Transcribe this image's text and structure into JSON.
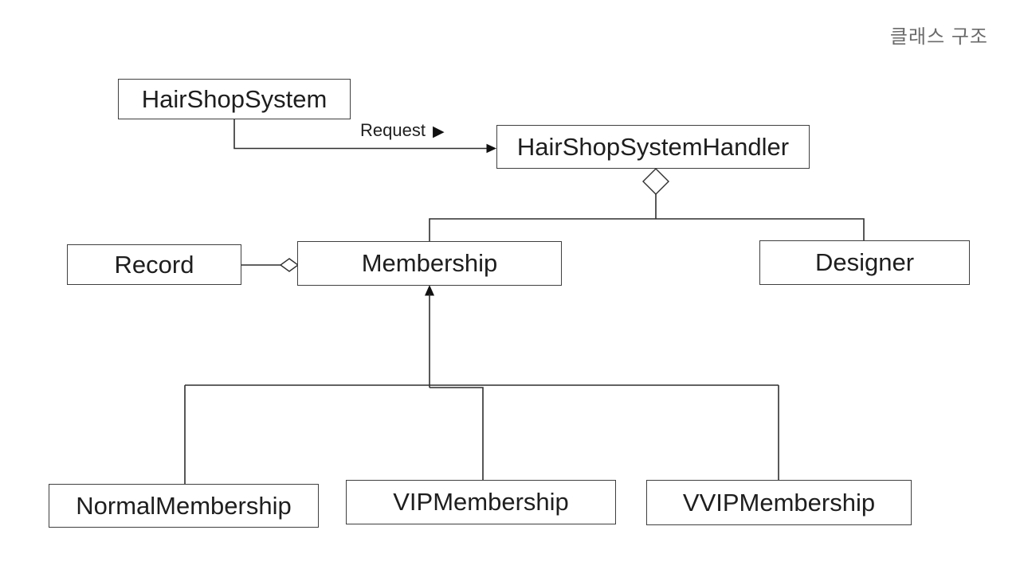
{
  "title": "클래스 구조",
  "classes": {
    "hair_shop_system": "HairShopSystem",
    "hair_shop_system_handler": "HairShopSystemHandler",
    "record": "Record",
    "membership": "Membership",
    "designer": "Designer",
    "normal_membership": "NormalMembership",
    "vip_membership": "VIPMembership",
    "vvip_membership": "VVIPMembership"
  },
  "edges": {
    "request": {
      "label": "Request",
      "direction_icon": "▶"
    }
  },
  "colors": {
    "line": "#2f2f2f",
    "box_border": "#3f3f3f",
    "text": "#1e1e1e",
    "title": "#6a6a6a",
    "background": "#ffffff"
  }
}
